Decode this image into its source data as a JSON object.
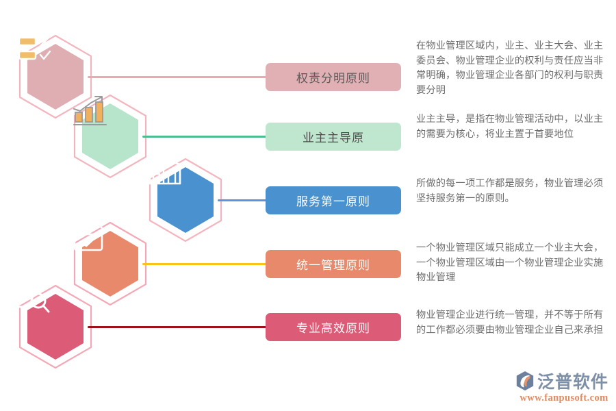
{
  "page": {
    "background": "#ffffff",
    "body_text_color": "#6d6d6d"
  },
  "items": [
    {
      "id": "principle-1",
      "label": "权责分明原则",
      "label_bg": "#e0b0b4",
      "label_color": "#595959",
      "hex_fill": "#dfaeb2",
      "hex_outline": "#f4b4bd",
      "connector_color": "#eda9b1",
      "icon": "checklist-icon",
      "description": "在物业管理区域内，业主、业主大会、业主委员会、物业管理企业的权利与责任应当非常明确，物业管理企业各部门的权利与职责要分明"
    },
    {
      "id": "principle-2",
      "label": "业主主导原",
      "label_bg": "#bfe6ce",
      "label_color": "#4d4d4d",
      "hex_fill": "#b6e5cb",
      "hex_outline": "#f4b4bd",
      "connector_color": "#4bbd8e",
      "icon": "bar-chart-growth-icon",
      "description": "业主主导，是指在物业管理活动中，以业主的需要为核心，将业主置于首要地位"
    },
    {
      "id": "principle-3",
      "label": "服务第一原则",
      "label_bg": "#4a92cf",
      "label_color": "#ffffff",
      "hex_fill": "#4a92cf",
      "hex_outline": "#f4b4bd",
      "connector_color": "#5b93dd",
      "icon": "building-icon",
      "description": "所做的每一项工作都是服务，物业管理必须坚持服务第一的原则。"
    },
    {
      "id": "principle-4",
      "label": "统一管理原则",
      "label_bg": "#e8896b",
      "label_color": "#ffffff",
      "hex_fill": "#e8896b",
      "hex_outline": "#f4a8b6",
      "connector_color": "#fbc315",
      "icon": "calendar-check-icon",
      "description": "一个物业管理区域只能成立一个业主大会，一个物业管理区域由一个物业管理企业实施物业管理"
    },
    {
      "id": "principle-5",
      "label": "专业高效原则",
      "label_bg": "#dc5b76",
      "label_color": "#ffffff",
      "hex_fill": "#dc5b76",
      "hex_outline": "#f4a8b6",
      "connector_color": "#9e0f1a",
      "icon": "document-search-icon",
      "description": "物业管理企业进行统一管理，并不等于所有的工作都必须要由物业管理企业自己来承担"
    }
  ],
  "logo": {
    "name": "泛普软件",
    "url": "www.fanpusoft.com",
    "mark": "fanpu-logo-mark",
    "text_color": "#7e8fa8",
    "url_color": "#e08a60"
  }
}
